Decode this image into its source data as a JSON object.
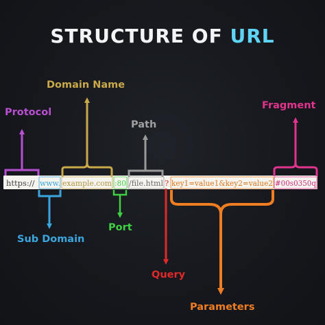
{
  "title": {
    "main": "STRUCTURE OF ",
    "accent": "URL"
  },
  "url_parts": {
    "protocol": "https://",
    "subdomain": "www.",
    "domain": "example.com",
    "port": ":80",
    "path": "/file.html",
    "query": "?",
    "parameters": "key1=value1&key2=value2",
    "fragment": "#00s0350q"
  },
  "labels": {
    "protocol": "Protocol",
    "domain_name": "Domain Name",
    "path": "Path",
    "fragment": "Fragment",
    "sub_domain": "Sub Domain",
    "port": "Port",
    "query": "Query",
    "parameters": "Parameters"
  },
  "colors": {
    "protocol": "#b84fd0",
    "domain_name": "#c9a94a",
    "path": "#9a9a9a",
    "fragment": "#e0348e",
    "sub_domain": "#3ba6de",
    "port": "#3fcf42",
    "query": "#e02a2a",
    "parameters": "#ef7d22",
    "accent": "#5fd4f4"
  }
}
